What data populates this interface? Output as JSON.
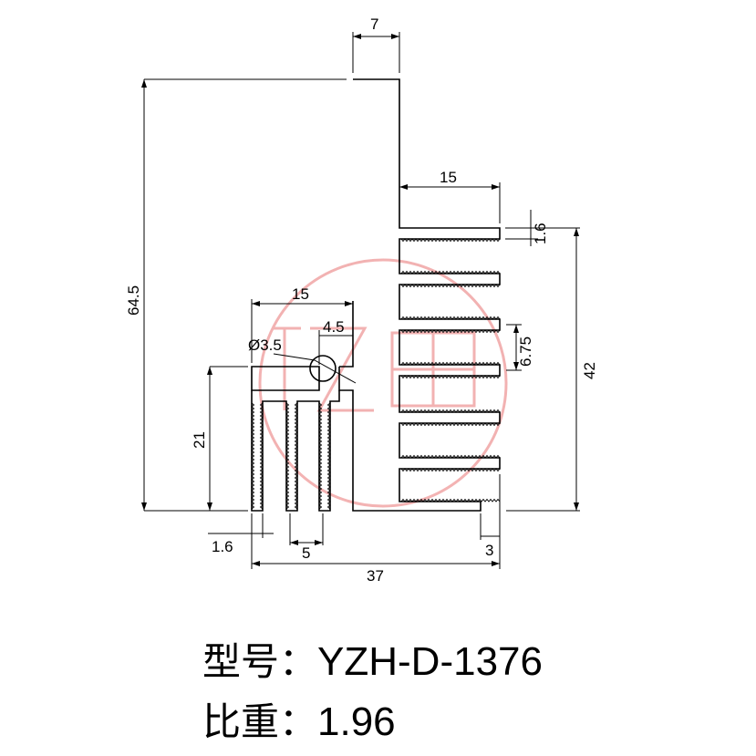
{
  "dimensions": {
    "top_width": "7",
    "overall_height": "64.5",
    "right_fin_length": "15",
    "fin_thickness": "1.6",
    "fin_pitch": "6.75",
    "fin_block_height": "42",
    "left_offset": "15",
    "slot_width": "4.5",
    "hole_diameter": "Ø3.5",
    "left_fin_height": "21",
    "left_fin_thickness": "1.6",
    "left_fin_gap": "5",
    "bottom_lip": "3",
    "overall_width": "37"
  },
  "model": {
    "label": "型号：",
    "value": "YZH-D-1376"
  },
  "specific_gravity": {
    "label": "比重：",
    "value": "1.96"
  },
  "colors": {
    "line": "#000000",
    "watermark": "#f0a0a0"
  }
}
